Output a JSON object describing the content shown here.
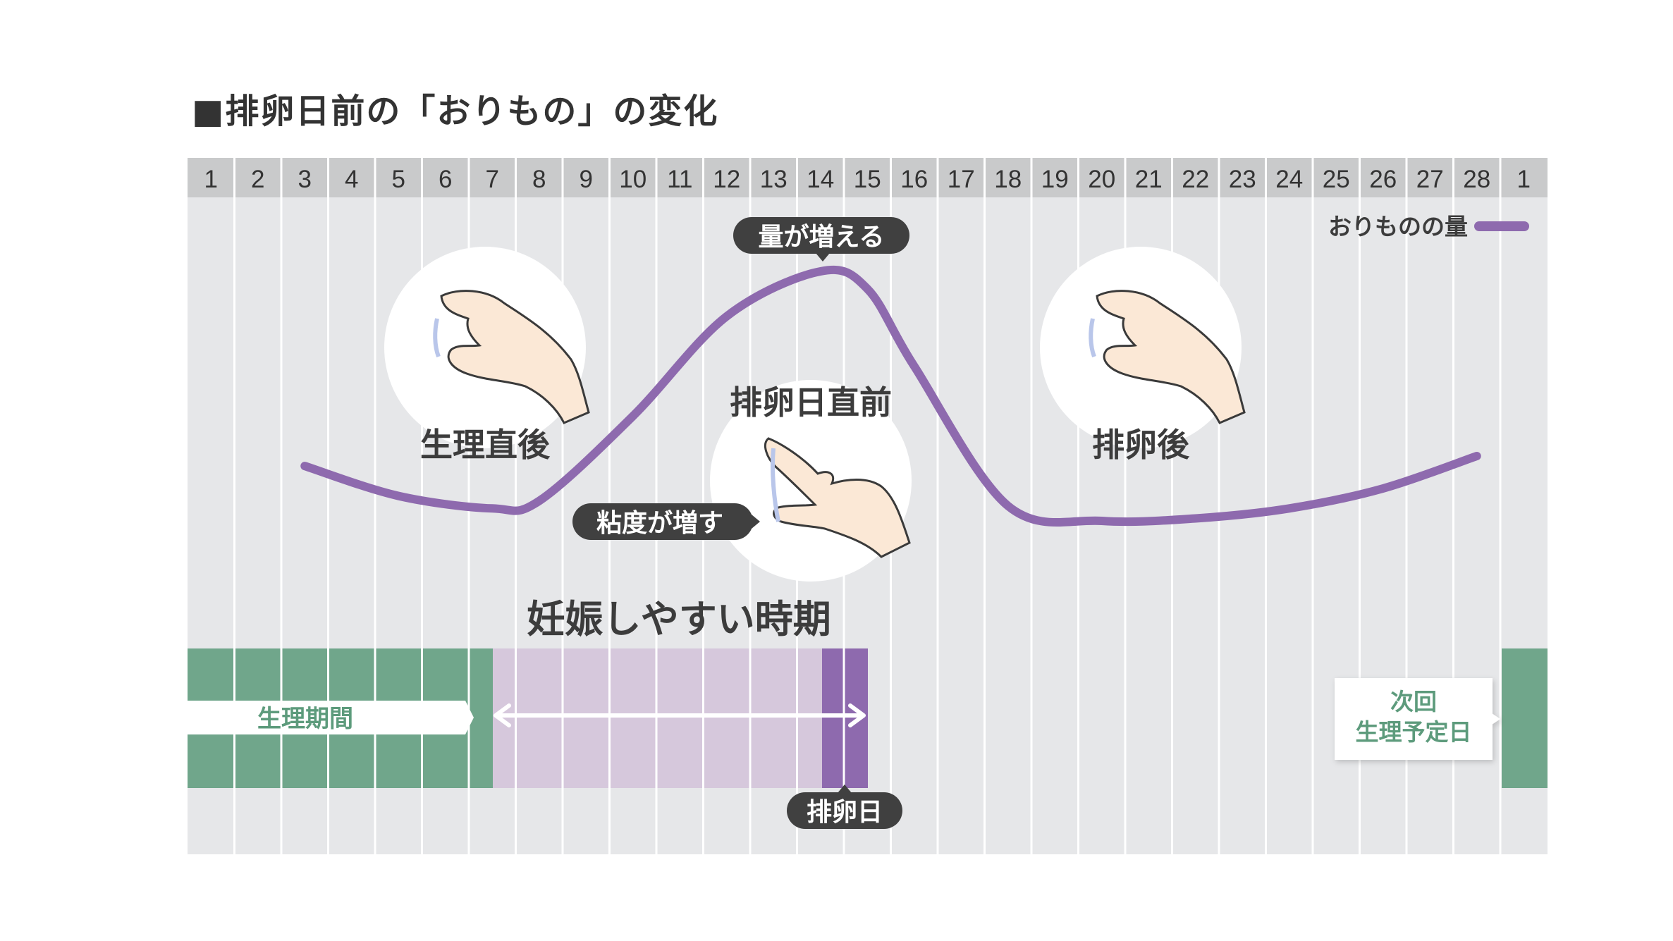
{
  "title": "■排卵日前の「おりもの」の変化",
  "day_numbers": [
    "1",
    "2",
    "3",
    "4",
    "5",
    "6",
    "7",
    "8",
    "9",
    "10",
    "11",
    "12",
    "13",
    "14",
    "15",
    "16",
    "17",
    "18",
    "19",
    "20",
    "21",
    "22",
    "23",
    "24",
    "25",
    "26",
    "27",
    "28",
    "1"
  ],
  "legend": {
    "label": "おりものの量",
    "color": "#8e6aae"
  },
  "labels": {
    "peak": "量が増える",
    "after_period": "生理直後",
    "before_ovulation": "排卵日直前",
    "after_ovulation": "排卵後",
    "viscosity": "粘度が増す",
    "fertile": "妊娠しやすい時期",
    "period": "生理期間",
    "ovulation_day": "排卵日",
    "next_period_line1": "次回",
    "next_period_line2": "生理予定日"
  },
  "colors": {
    "curve": "#8e6aae",
    "period": "#70a68b",
    "fertile": "#d6c8dc",
    "ovulation": "#8e6aae",
    "grid_bg": "#e6e7e9",
    "header_bg": "#c9cacb",
    "pill": "#404040"
  },
  "chart_data": {
    "type": "line",
    "title": "■排卵日前の「おりもの」の変化",
    "x_unit": "cycle day",
    "series": [
      {
        "name": "おりものの量",
        "x": [
          3,
          5,
          7,
          8,
          10,
          12,
          14,
          15,
          16,
          18,
          20,
          22,
          24,
          26,
          28
        ],
        "y": [
          0.22,
          0.1,
          0.05,
          0.08,
          0.42,
          0.82,
          1.0,
          0.93,
          0.62,
          0.06,
          0.0,
          0.01,
          0.05,
          0.13,
          0.26
        ]
      }
    ],
    "periods": [
      {
        "name": "生理期間",
        "start_day": 1,
        "end_day": 7
      },
      {
        "name": "妊娠しやすい時期",
        "start_day": 8,
        "end_day": 15
      },
      {
        "name": "排卵日",
        "start_day": 14,
        "end_day": 15
      },
      {
        "name": "次回 生理予定日",
        "start_day": 1,
        "end_day": 1,
        "cycle": "next"
      }
    ]
  }
}
